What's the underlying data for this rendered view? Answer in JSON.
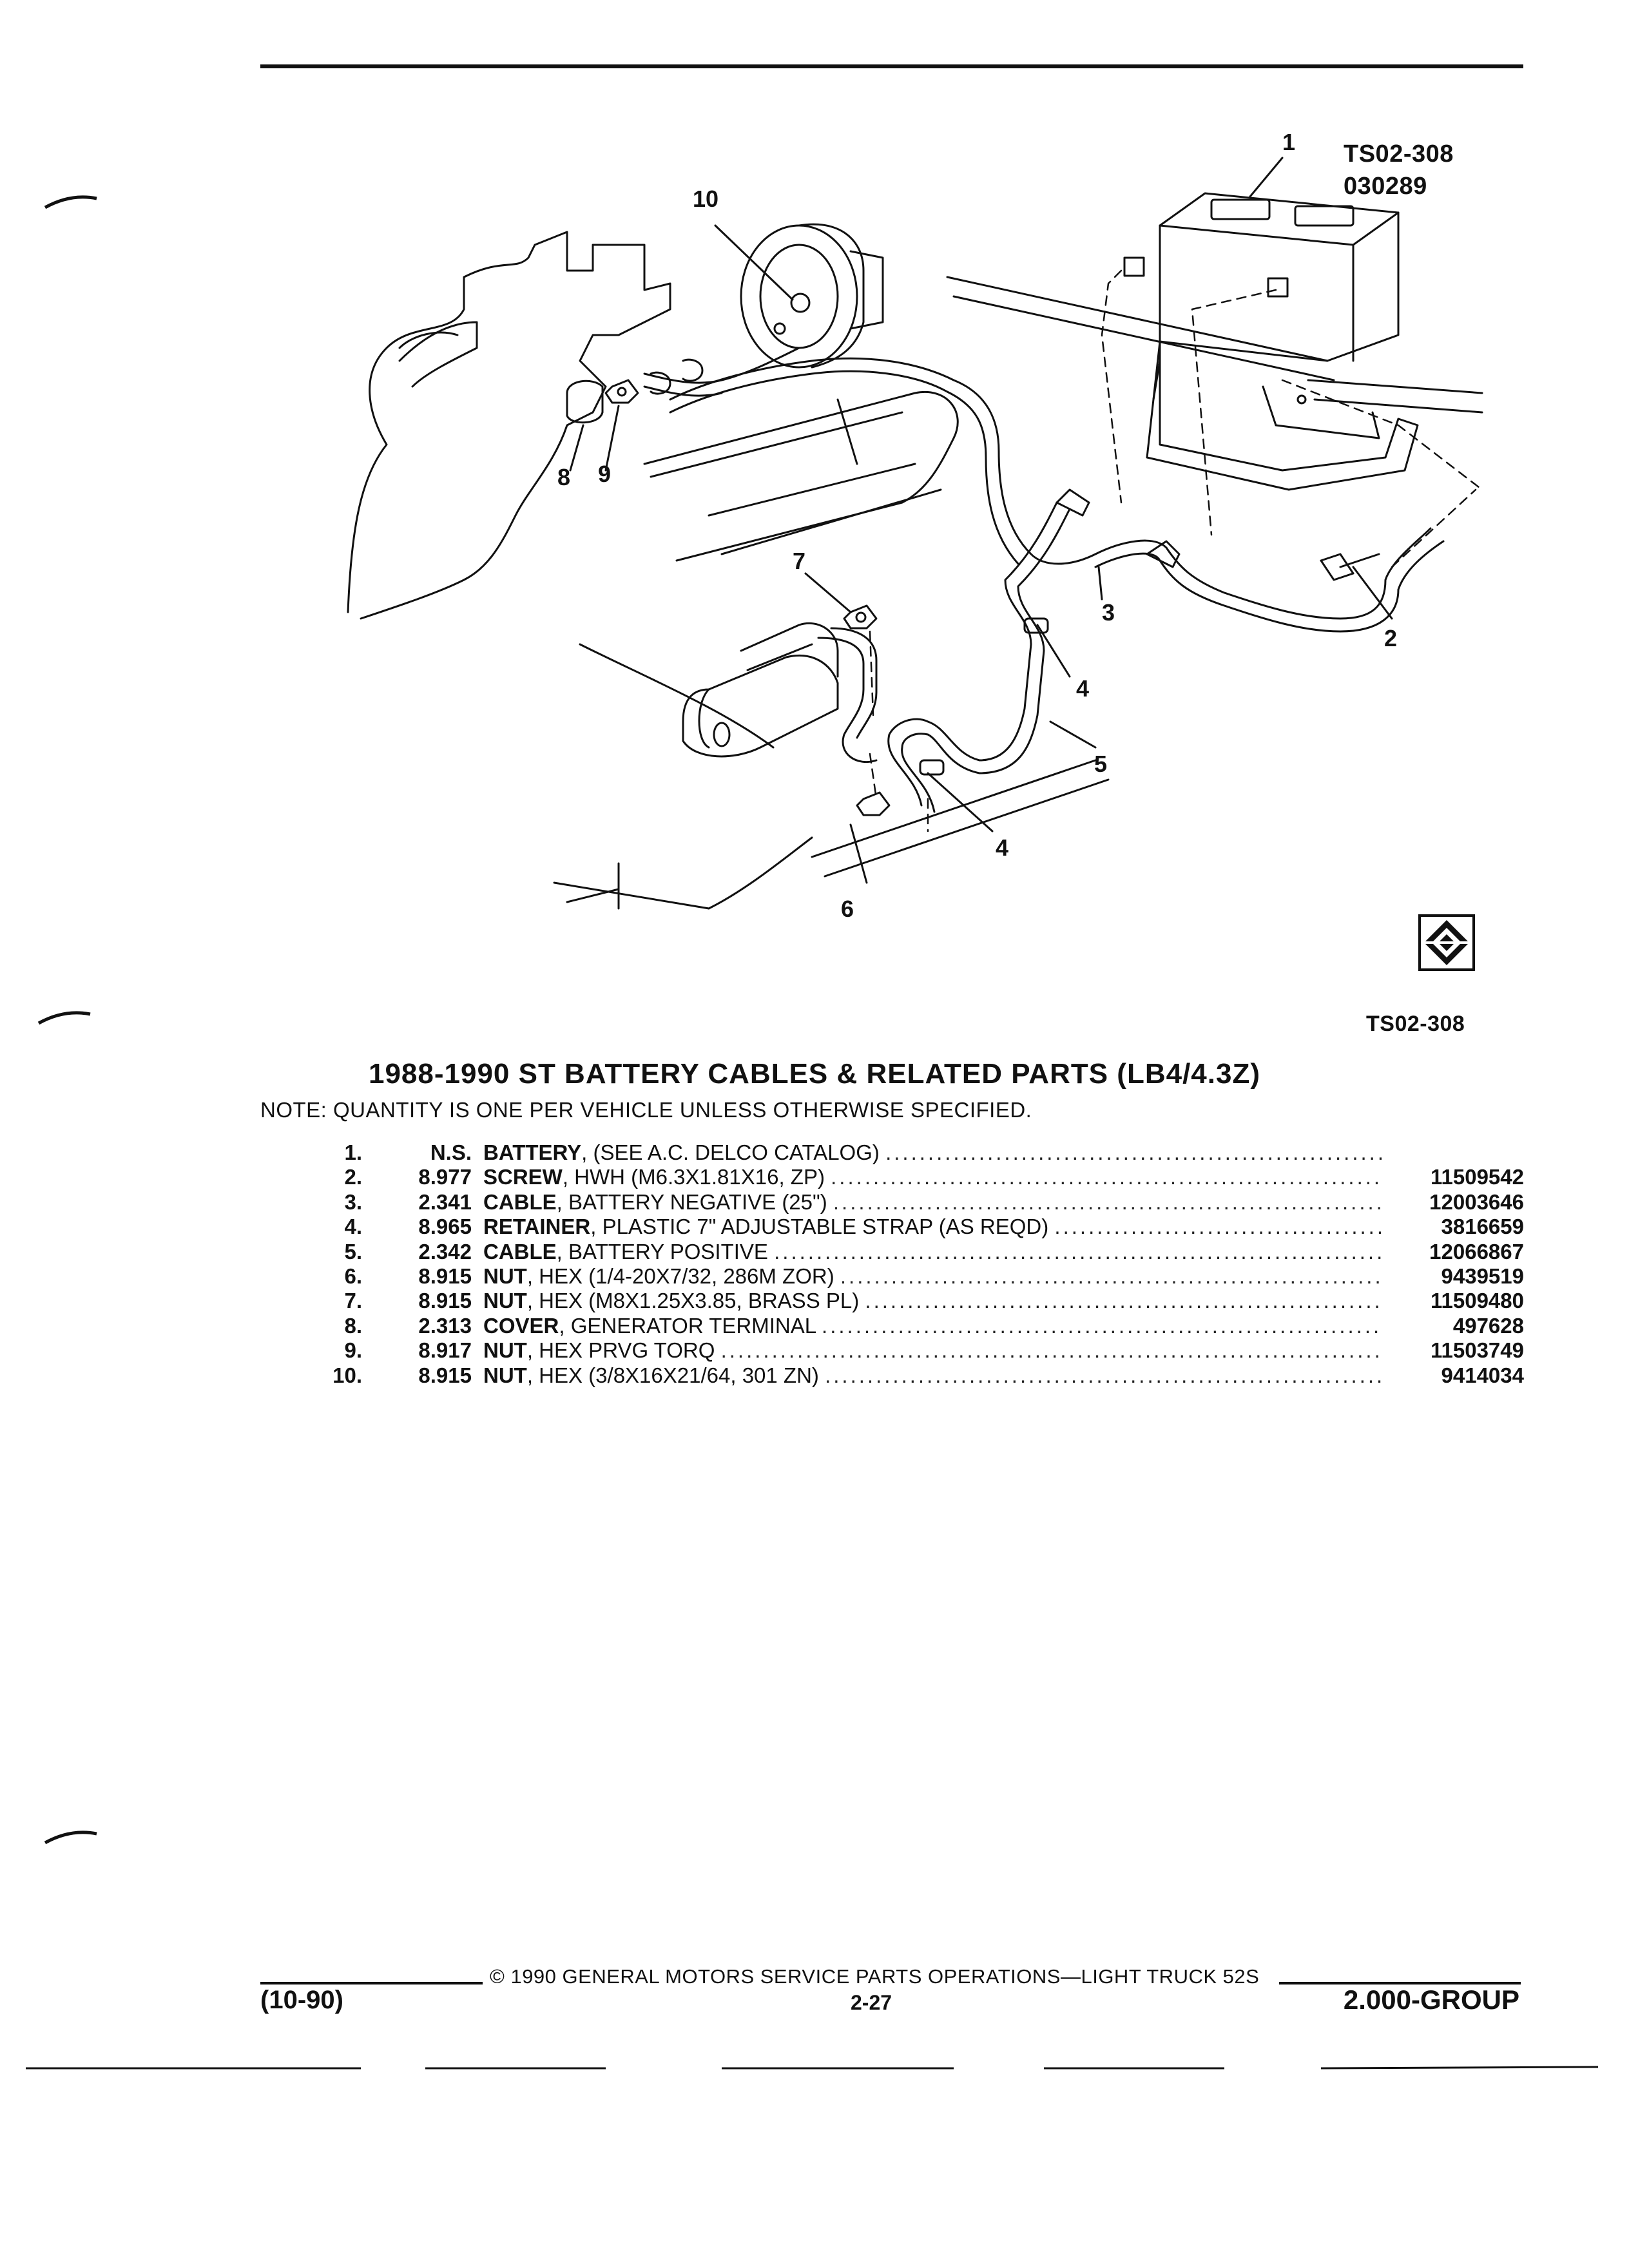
{
  "figure": {
    "ref_code_top": "TS02-308",
    "ref_date": "030289",
    "ref_code_bottom": "TS02-308",
    "callouts": [
      "1",
      "2",
      "3",
      "4",
      "4",
      "5",
      "6",
      "7",
      "8",
      "9",
      "10"
    ],
    "icon": "diamond-logo-icon"
  },
  "title": "1988-1990 ST BATTERY CABLES & RELATED PARTS (LB4/4.3Z)",
  "note": "NOTE: QUANTITY IS ONE PER VEHICLE UNLESS OTHERWISE SPECIFIED.",
  "parts": [
    {
      "num": "1.",
      "group": "N.S.",
      "name": "BATTERY",
      "desc": ", (SEE A.C. DELCO CATALOG)",
      "part_no": ""
    },
    {
      "num": "2.",
      "group": "8.977",
      "name": "SCREW",
      "desc": ", HWH (M6.3X1.81X16, ZP)",
      "part_no": "11509542"
    },
    {
      "num": "3.",
      "group": "2.341",
      "name": "CABLE",
      "desc": ", BATTERY NEGATIVE (25\")",
      "part_no": "12003646"
    },
    {
      "num": "4.",
      "group": "8.965",
      "name": "RETAINER",
      "desc": ", PLASTIC 7\" ADJUSTABLE STRAP (AS REQD)",
      "part_no": "3816659"
    },
    {
      "num": "5.",
      "group": "2.342",
      "name": "CABLE",
      "desc": ", BATTERY POSITIVE",
      "part_no": "12066867"
    },
    {
      "num": "6.",
      "group": "8.915",
      "name": "NUT",
      "desc": ", HEX (1/4-20X7/32, 286M ZOR)",
      "part_no": "9439519"
    },
    {
      "num": "7.",
      "group": "8.915",
      "name": "NUT",
      "desc": ", HEX (M8X1.25X3.85, BRASS PL)",
      "part_no": "11509480"
    },
    {
      "num": "8.",
      "group": "2.313",
      "name": "COVER",
      "desc": ", GENERATOR TERMINAL",
      "part_no": "497628"
    },
    {
      "num": "9.",
      "group": "8.917",
      "name": "NUT",
      "desc": ", HEX PRVG TORQ",
      "part_no": "11503749"
    },
    {
      "num": "10.",
      "group": "8.915",
      "name": "NUT",
      "desc": ", HEX (3/8X16X21/64, 301 ZN)",
      "part_no": "9414034"
    }
  ],
  "footer": {
    "copyright": "© 1990 GENERAL MOTORS SERVICE PARTS OPERATIONS—LIGHT TRUCK 52S",
    "date": "(10-90)",
    "page": "2-27",
    "group": "2.000-GROUP"
  }
}
